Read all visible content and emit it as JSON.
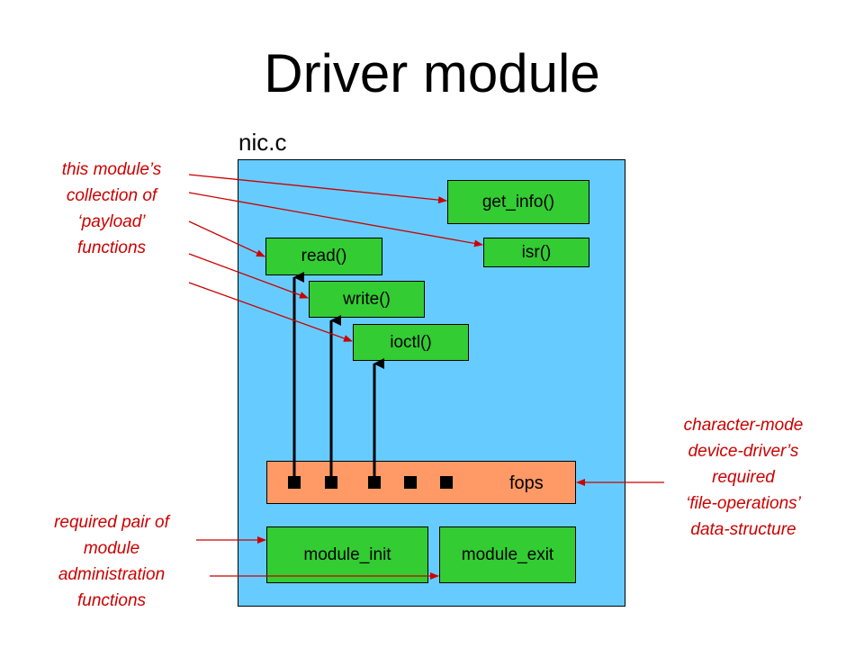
{
  "title": "Driver module",
  "filename": "nic.c",
  "functions": {
    "get_info": "get_info()",
    "isr": "isr()",
    "read": "read()",
    "write": "write()",
    "ioctl": "ioctl()",
    "module_init": "module_init",
    "module_exit": "module_exit"
  },
  "fops_label": "fops",
  "annotations": {
    "payload": "this module’s\ncollection of\n‘payload’\nfunctions",
    "file_ops": "character-mode\ndevice-driver’s\nrequired\n‘file-operations’\ndata-structure",
    "admin": "required pair of\nmodule\nadministration\nfunctions"
  },
  "colors": {
    "module_box": "#66ccff",
    "function_box": "#33cc33",
    "fops_bar": "#ff9966",
    "annotation": "#cc0000"
  }
}
